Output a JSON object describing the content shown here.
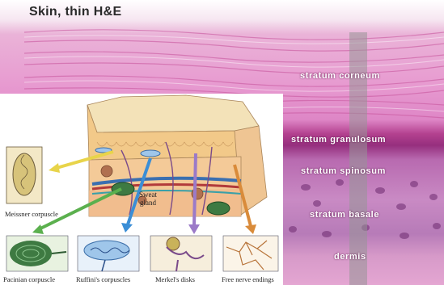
{
  "title": "Skin, thin  H&E",
  "layers": {
    "corneum": "stratum corneum",
    "granulosum": "stratum granulosum",
    "spinosum": "stratum spinosum",
    "basale": "stratum basale",
    "dermis": "dermis"
  },
  "illustration": {
    "sweat_gland": "Sweat\ngland",
    "receptors": {
      "meissner": "Meissner corpuscle",
      "pacinian": "Pacinian corpuscle",
      "ruffini": "Ruffini's corpuscles",
      "merkel": "Merkel's disks",
      "free": "Free nerve endings"
    }
  },
  "colors": {
    "stain_pink": "#e48ec9",
    "stain_purple": "#9a3d86",
    "arrow_yellow": "#e8d44a",
    "arrow_green": "#5bb04e",
    "arrow_blue": "#3b8ed6",
    "arrow_purple": "#9b7ac8",
    "arrow_orange": "#d98b3a"
  }
}
